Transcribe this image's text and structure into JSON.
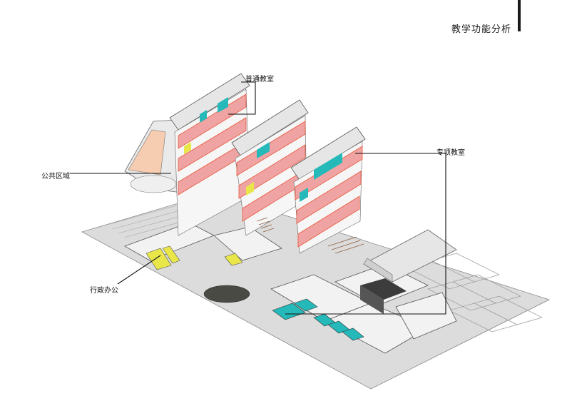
{
  "header": {
    "title": "教学功能分析"
  },
  "labels": {
    "general_classroom": "普通教室",
    "special_classroom": "专项教室",
    "public_area": "公共区域",
    "admin_office": "行政办公"
  },
  "colors": {
    "classroom_red": "#e8573a",
    "classroom_pink": "#f0a3a3",
    "classroom_cyan": "#26b9b9",
    "office_yellow": "#e9e64a",
    "atrium_peach": "#f6cdb0",
    "ground_gray": "#d9d9d9",
    "roof_gray": "#e6e6e6",
    "dark_block": "#3c3c3c",
    "line": "#111111"
  }
}
